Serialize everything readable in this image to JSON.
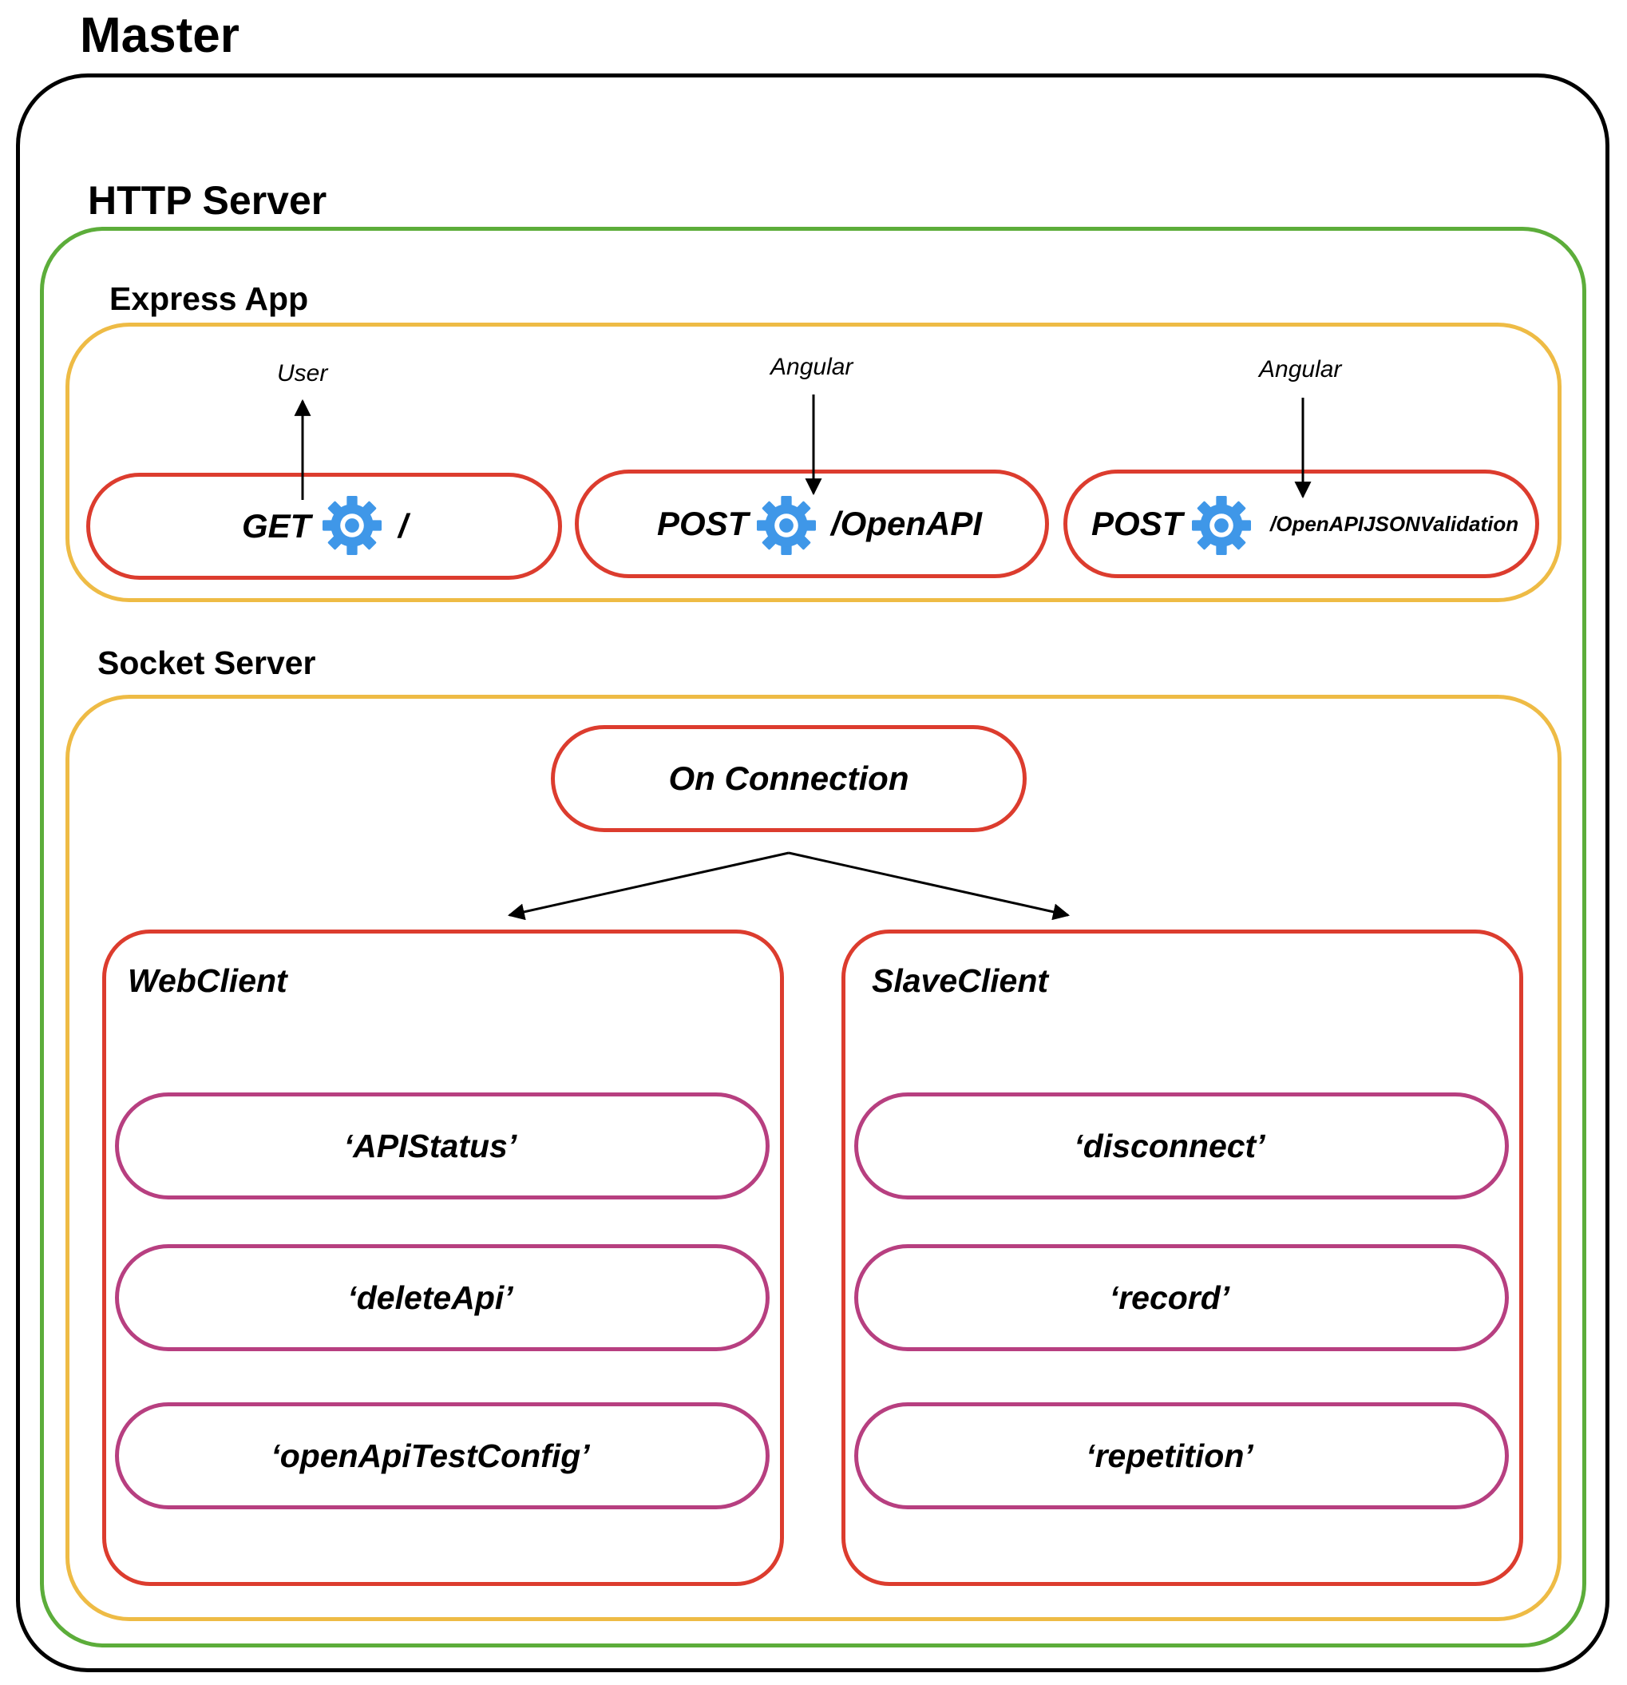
{
  "master": {
    "title": "Master"
  },
  "http_server": {
    "title": "HTTP Server"
  },
  "express_app": {
    "title": "Express App",
    "routes": [
      {
        "method": "GET",
        "path": "/",
        "annotation": "User",
        "icon": "gear-icon",
        "arrow_direction": "up"
      },
      {
        "method": "POST",
        "path": "/OpenAPI",
        "annotation": "Angular",
        "icon": "gear-icon",
        "arrow_direction": "down"
      },
      {
        "method": "POST",
        "path": "/OpenAPIJSONValidation",
        "annotation": "Angular",
        "icon": "gear-icon",
        "arrow_direction": "down"
      }
    ]
  },
  "socket_server": {
    "title": "Socket Server",
    "on_connection": "On Connection",
    "web_client": {
      "title": "WebClient",
      "events": [
        "‘APIStatus’",
        "‘deleteApi’",
        "‘openApiTestConfig’"
      ]
    },
    "slave_client": {
      "title": "SlaveClient",
      "events": [
        "‘disconnect’",
        "‘record’",
        "‘repetition’"
      ]
    }
  },
  "colors": {
    "master_border": "#000000",
    "http_server_border": "#5cad3a",
    "container_border": "#eebb45",
    "route_border": "#dc3c2e",
    "event_border": "#b73f80",
    "gear": "#3f97e8"
  }
}
